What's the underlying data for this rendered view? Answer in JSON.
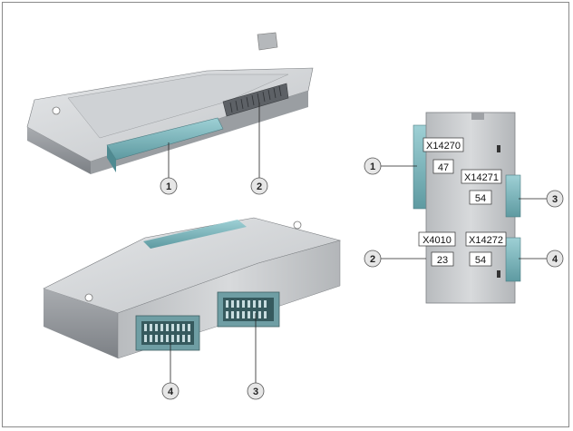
{
  "module_top": {
    "callouts": [
      "1",
      "2"
    ]
  },
  "module_bottom": {
    "callouts": [
      "4",
      "3"
    ]
  },
  "connector_view": {
    "connectors": [
      {
        "designation": "X14270",
        "pins": "47"
      },
      {
        "designation": "X14271",
        "pins": "54"
      },
      {
        "designation": "X4010",
        "pins": "23"
      },
      {
        "designation": "X14272",
        "pins": "54"
      }
    ],
    "callouts": [
      "1",
      "3",
      "2",
      "4"
    ]
  },
  "colors": {
    "housing_light": "#d9dcde",
    "housing_mid": "#b9bcbf",
    "housing_dark": "#8e9195",
    "connector_teal": "#7fbcc2",
    "callout_fill": "#e6e6e6"
  }
}
